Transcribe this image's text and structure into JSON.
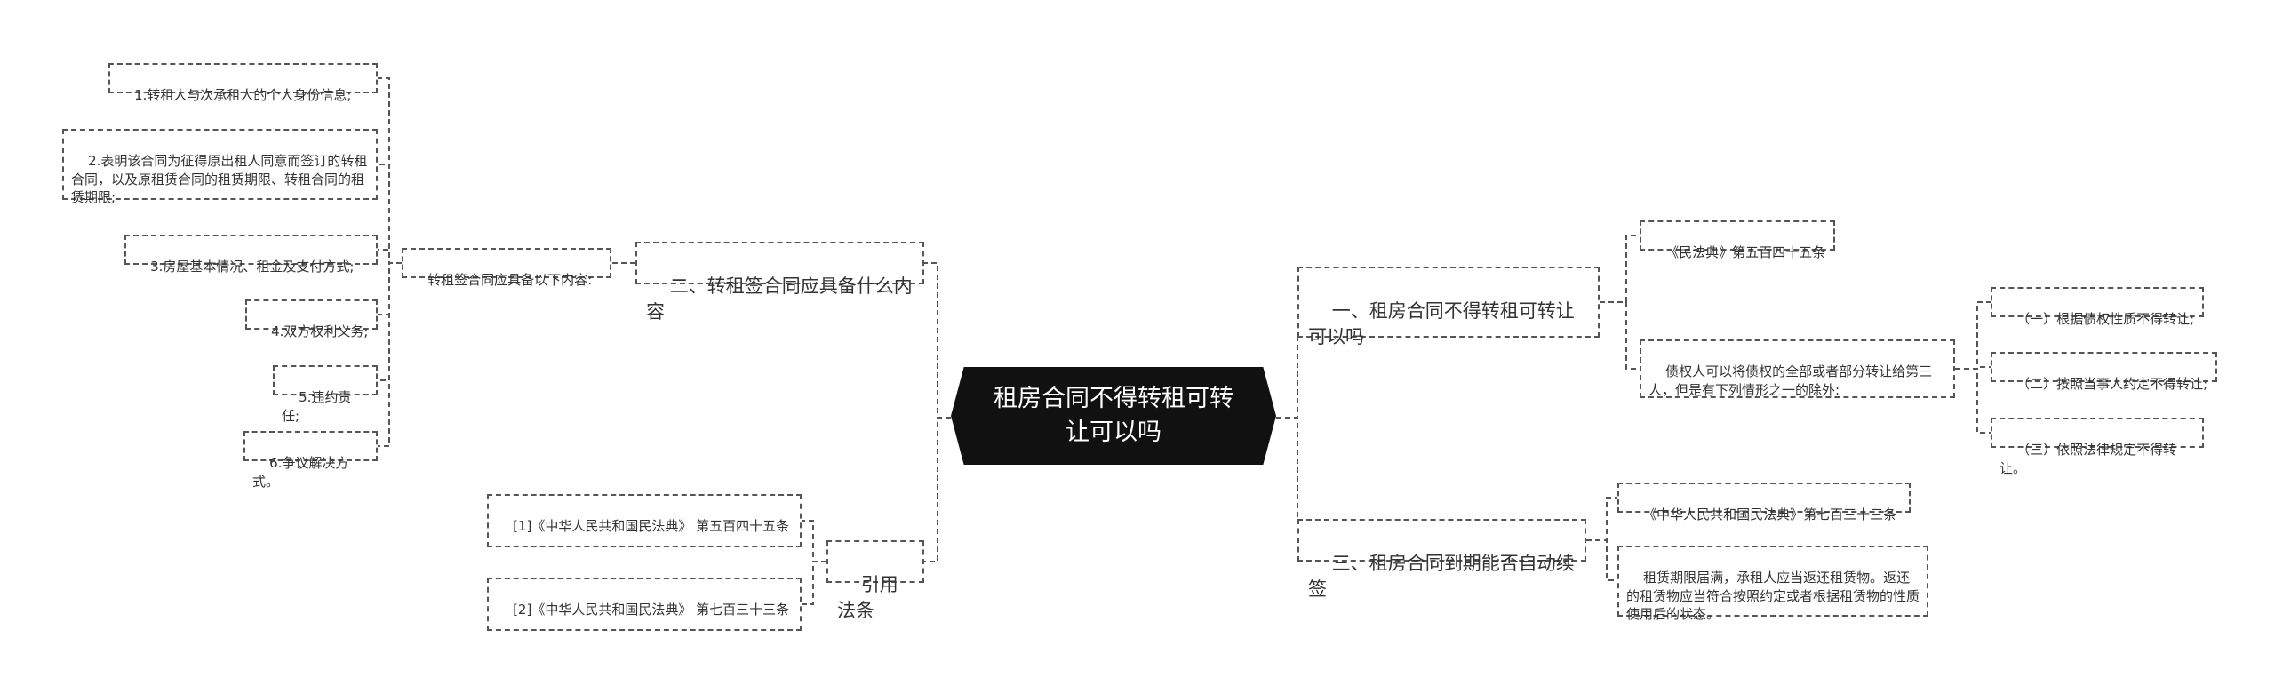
{
  "root": {
    "label": "租房合同不得转租可转让可以吗"
  },
  "right": {
    "branch1": {
      "label": "一、租房合同不得转租可转让可以吗",
      "children": [
        {
          "label": "《民法典》第五百四十五条"
        },
        {
          "label": "债权人可以将债权的全部或者部分转让给第三人，但是有下列情形之一的除外:",
          "children": [
            {
              "label": "（一）根据债权性质不得转让;"
            },
            {
              "label": "（二）按照当事人约定不得转让;"
            },
            {
              "label": "（三）依照法律规定不得转让。"
            }
          ]
        }
      ]
    },
    "branch3": {
      "label": "三、租房合同到期能否自动续签",
      "children": [
        {
          "label": "《中华人民共和国民法典》第七百三十三条"
        },
        {
          "label": "租赁期限届满，承租人应当返还租赁物。返还的租赁物应当符合按照约定或者根据租赁物的性质使用后的状态。"
        }
      ]
    }
  },
  "left": {
    "branch2": {
      "label": "二、转租签合同应具备什么内容",
      "sub": {
        "label": "转租签合同应具备以下内容:",
        "children": [
          {
            "label": "1.转租人与次承租人的个人身份信息;"
          },
          {
            "label": "2.表明该合同为征得原出租人同意而签订的转租合同，以及原租赁合同的租赁期限、转租合同的租赁期限;"
          },
          {
            "label": "3.房屋基本情况、租金及支付方式;"
          },
          {
            "label": "4.双方权利义务;"
          },
          {
            "label": "5.违约责任;"
          },
          {
            "label": "6.争议解决方式。"
          }
        ]
      }
    },
    "branch4": {
      "label": "引用法条",
      "children": [
        {
          "label": "[1]《中华人民共和国民法典》 第五百四十五条"
        },
        {
          "label": "[2]《中华人民共和国民法典》 第七百三十三条"
        }
      ]
    }
  }
}
